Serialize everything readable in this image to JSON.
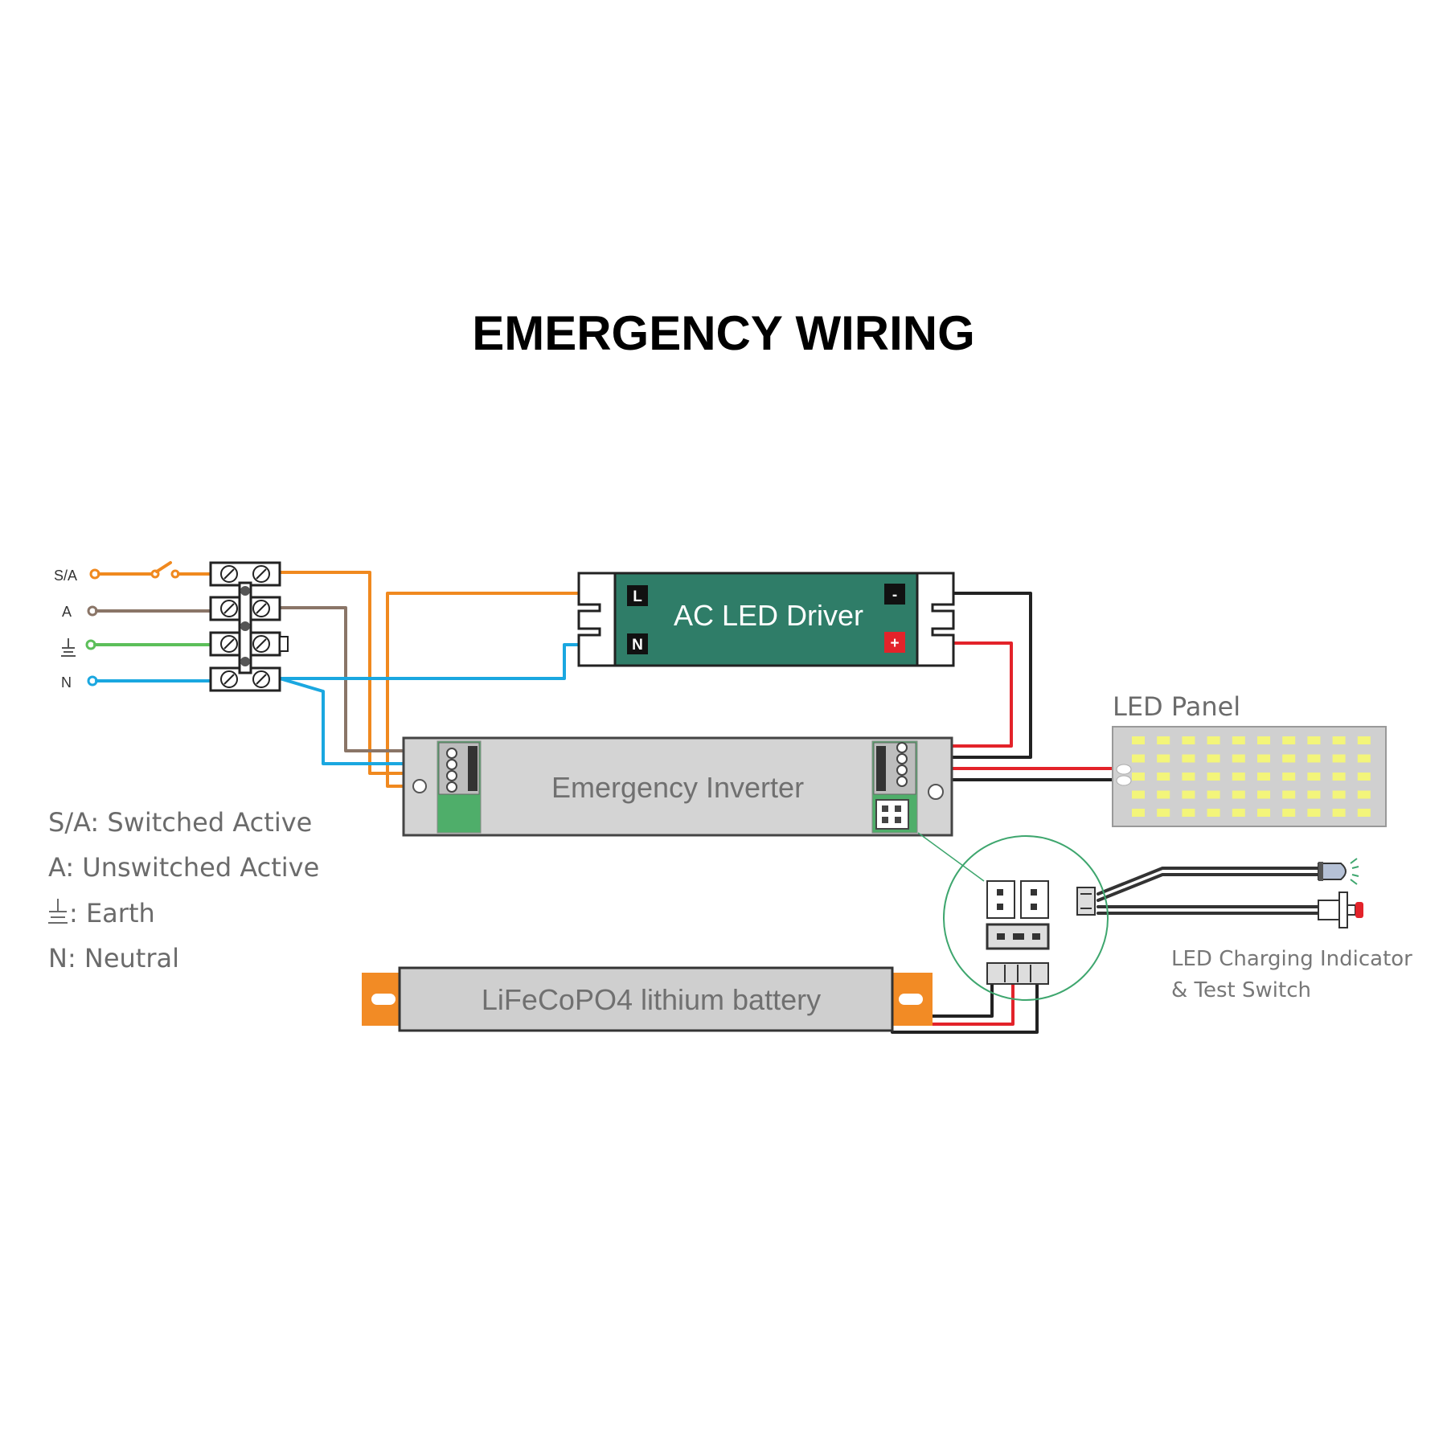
{
  "title": "EMERGENCY WIRING",
  "terminals": {
    "sa": "S/A",
    "a": "A",
    "n": "N"
  },
  "blocks": {
    "driver": {
      "label": "AC LED Driver",
      "pin_l": "L",
      "pin_n": "N",
      "pin_minus": "-",
      "pin_plus": "+"
    },
    "inverter": {
      "label": "Emergency Inverter"
    },
    "battery": {
      "label": "LiFeCoPO4 lithium battery"
    },
    "panel": {
      "label": "LED Panel"
    }
  },
  "indicator": {
    "line1": "LED Charging Indicator",
    "line2": "& Test Switch"
  },
  "legend": [
    {
      "text": "S/A: Switched Active"
    },
    {
      "text": "A: Unswitched Active"
    },
    {
      "text": ": Earth"
    },
    {
      "text": "N: Neutral"
    }
  ],
  "wire_colors": {
    "switched_active": "#f0891f",
    "unswitched_active": "#8a7567",
    "earth": "#5cbf5a",
    "neutral": "#1aa7e0",
    "positive": "#e3232a",
    "negative": "#222222"
  },
  "block_colors": {
    "driver_body": "#2f7d68",
    "inverter_body": "#d4d4d4",
    "battery_body": "#cfcfcf",
    "battery_tabs": "#f28b25",
    "panel_body": "#d0d0d0",
    "panel_leds": "#f3f57a",
    "terminal_green": "#4fae6a",
    "detail_circle": "#3ea66e"
  }
}
